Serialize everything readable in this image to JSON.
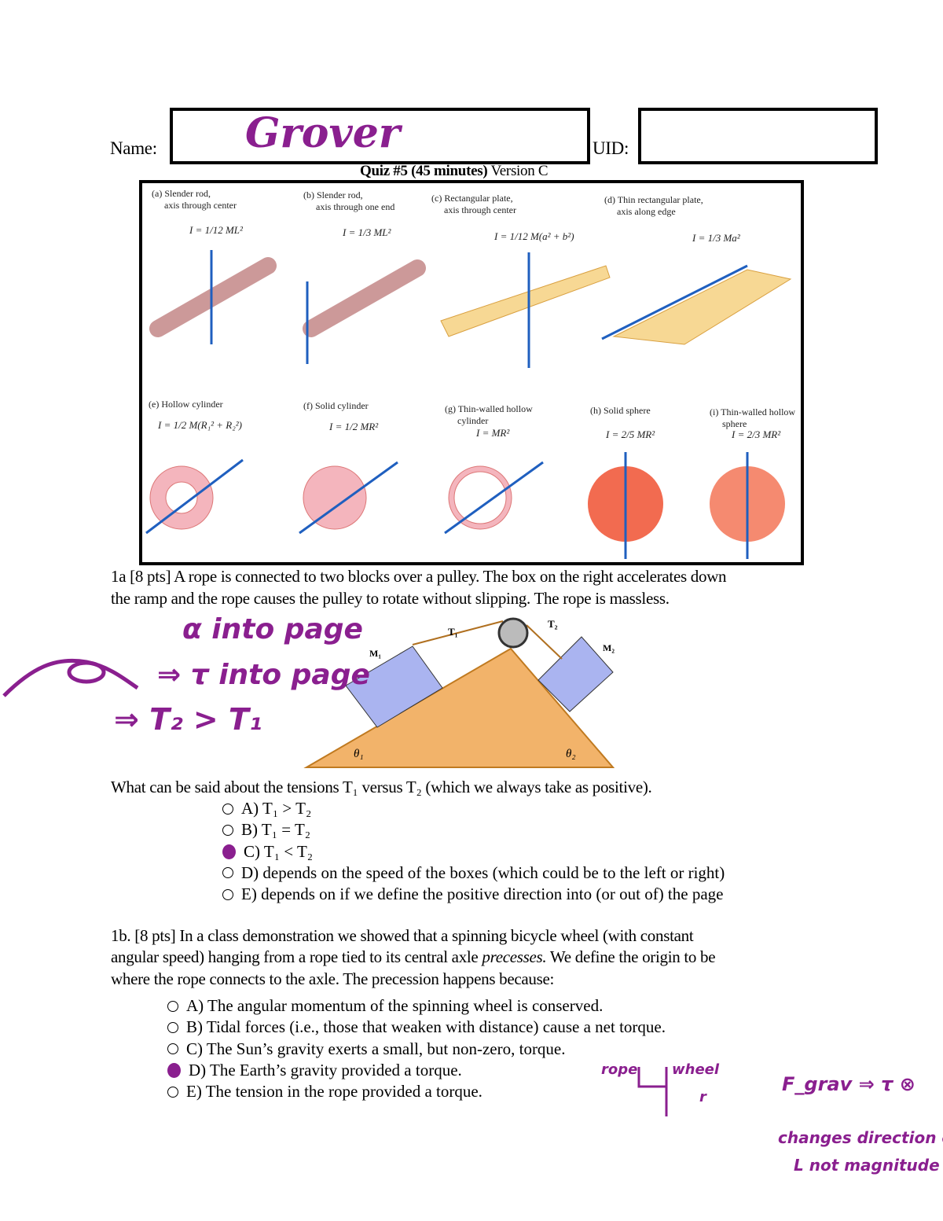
{
  "header": {
    "name_label": "Name:",
    "name_value": "Grover",
    "uid_label": "UID:",
    "uid_value": "",
    "title_bold": "Quiz #5 (45 minutes)",
    "title_version": " Version C"
  },
  "figure": {
    "items": [
      {
        "label": "(a) Slender rod,",
        "sub": "axis through center",
        "formula": "I = 1/12 ML²"
      },
      {
        "label": "(b) Slender rod,",
        "sub": "axis through one end",
        "formula": "I = 1/3 ML²"
      },
      {
        "label": "(c) Rectangular plate,",
        "sub": "axis through center",
        "formula": "I = 1/12 M(a² + b²)"
      },
      {
        "label": "(d) Thin rectangular plate,",
        "sub": "axis along edge",
        "formula": "I = 1/3 Ma²"
      },
      {
        "label": "(e) Hollow cylinder",
        "sub": "",
        "formula": "I = 1/2 M(R₁² + R₂²)"
      },
      {
        "label": "(f) Solid cylinder",
        "sub": "",
        "formula": "I = 1/2 MR²"
      },
      {
        "label": "(g) Thin-walled hollow",
        "sub": "cylinder",
        "formula": "I = MR²"
      },
      {
        "label": "(h) Solid sphere",
        "sub": "",
        "formula": "I = 2/5 MR²"
      },
      {
        "label": "(i) Thin-walled hollow",
        "sub": "sphere",
        "formula": "I = 2/3 MR²"
      }
    ]
  },
  "q1a": {
    "line1": "1a [8 pts] A rope is connected to two blocks over a pulley. The box on the right accelerates down",
    "line2": "the ramp and the rope causes the pulley to rotate without slipping. The rope is massless.",
    "diagram": {
      "t1": "T₁",
      "t2": "T₂",
      "m1": "M₁",
      "m2": "M₂",
      "theta1": "θ₁",
      "theta2": "θ₂"
    },
    "question": "What can be said about the tensions T₁ versus T₂ (which we always take as positive).",
    "options": [
      "A) T₁  > T₂",
      "B) T₁  = T₂",
      "C) T₁  < T₂",
      "D) depends on the speed of the boxes (which could be to the left or right)",
      "E) depends on if we define the positive direction into (or out of) the page"
    ],
    "selected": 2,
    "annotations": [
      "α into page",
      "⇒ τ into page",
      "⇒ T₂ > T₁"
    ]
  },
  "q1b": {
    "line1": "1b. [8 pts]  In a class demonstration we showed that a spinning bicycle wheel (with constant",
    "line2a": "angular speed) hanging from a rope tied to its central axle ",
    "line2i": "precesses.",
    "line2b": " We define the origin to be",
    "line3": "where the rope connects to the axle. The precession happens because:",
    "options": [
      "A) The angular momentum of the spinning wheel is conserved.",
      "B) Tidal forces (i.e., those that weaken with distance) cause a net torque.",
      "C) The Sun’s gravity exerts a small, but non-zero, torque.",
      "D) The Earth’s gravity provided a torque.",
      "E) The tension in the rope provided a torque."
    ],
    "selected": 3,
    "annotations": [
      "rope",
      "wheel",
      "r",
      "F_grav ⇒ τ ⊗",
      "changes direction of",
      "L not magnitude"
    ]
  },
  "colors": {
    "ink": "#8a1f8f",
    "axis": "#1f5fbf",
    "block": "#aab4f0",
    "ramp": "#f2b36a"
  }
}
